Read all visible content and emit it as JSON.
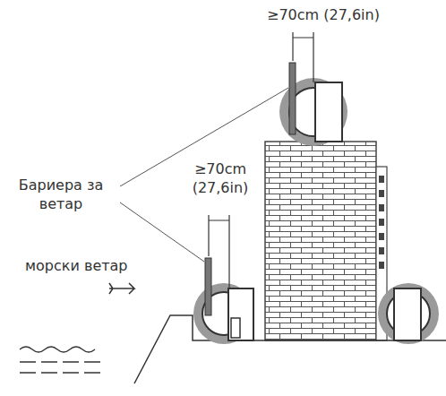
{
  "diagram": {
    "labels": [
      "≥70cm (27,6in)",
      "Бариера за ветар",
      "≥70cm (27,6in)",
      "морски ветар"
    ]
  }
}
